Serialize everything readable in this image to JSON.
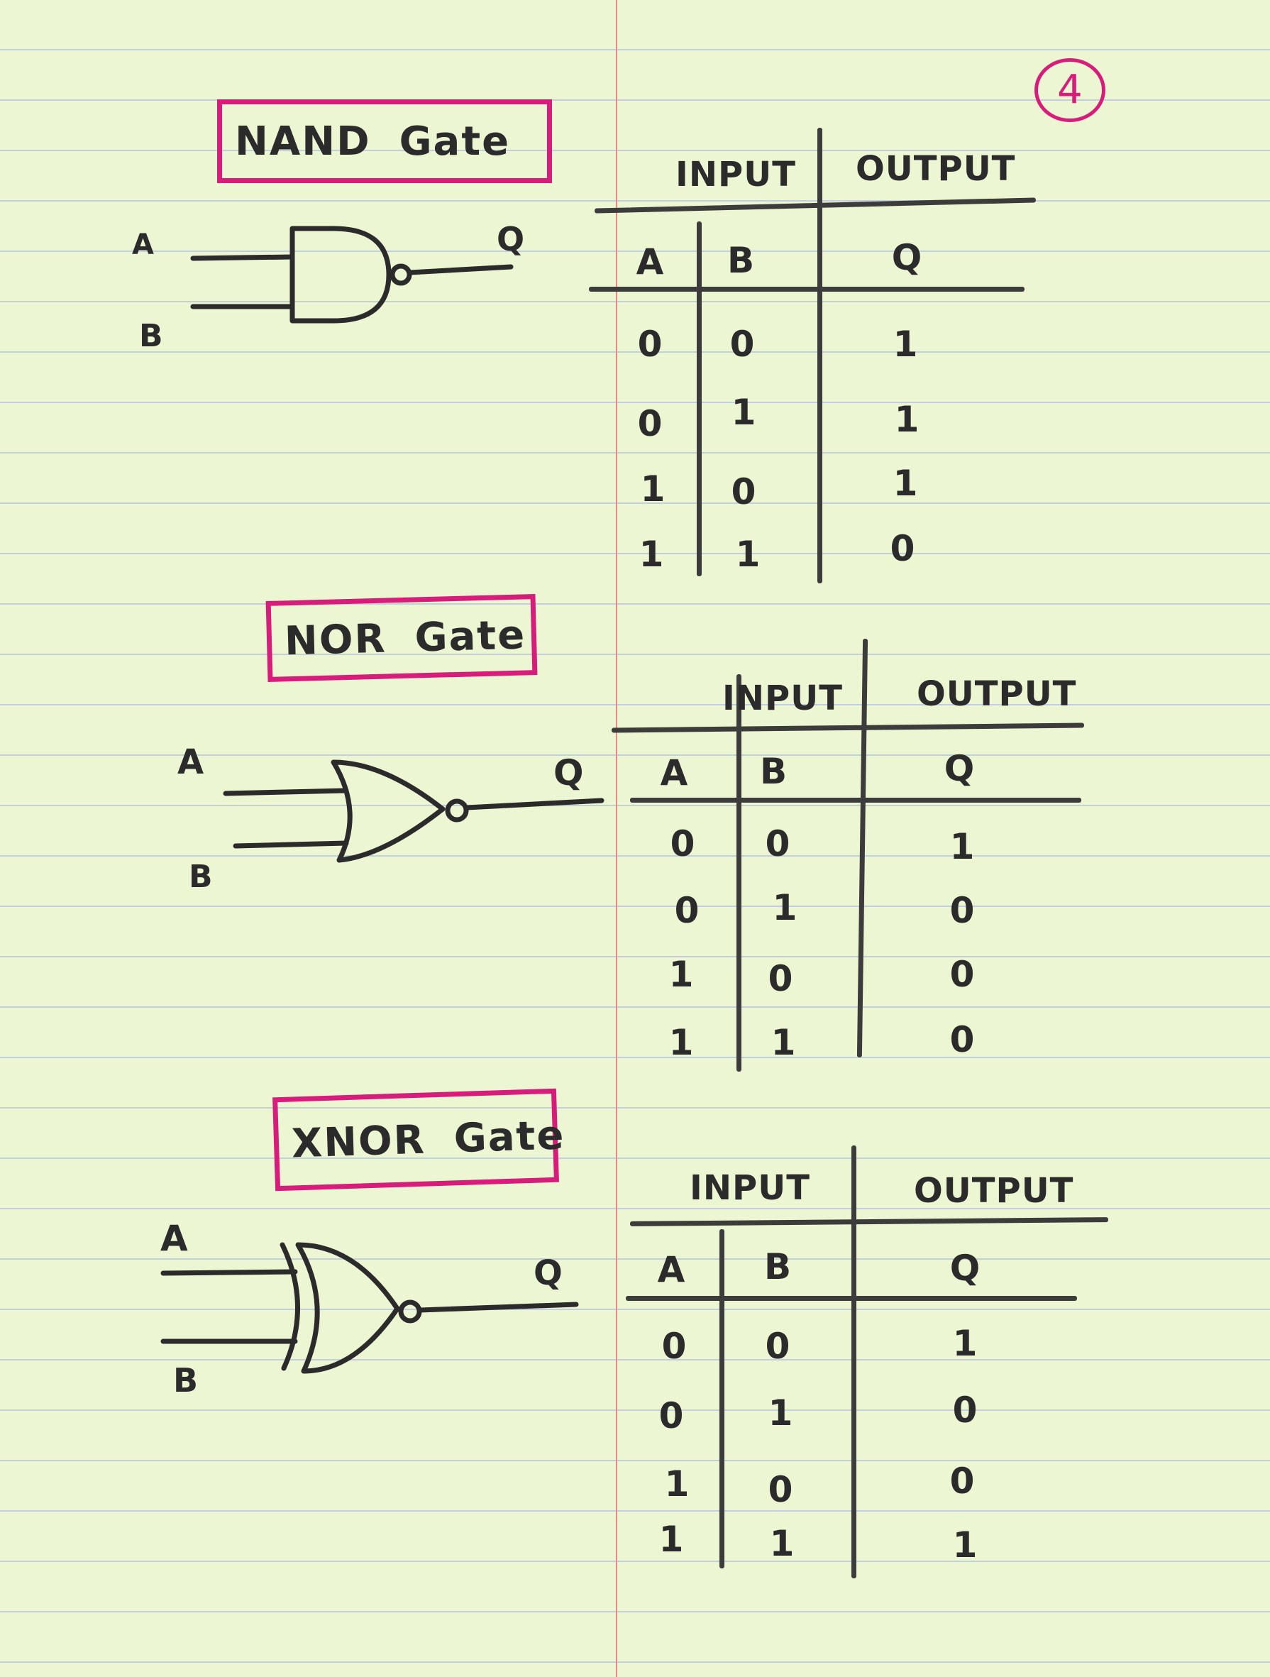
{
  "page_number": "4",
  "colors": {
    "paper": "#edf6d2",
    "ink": "#2b2b2b",
    "highlight": "#d81c7c",
    "margin": "#e38b84",
    "rule": "#c4cfdc"
  },
  "sections": [
    {
      "title_word": "NAND",
      "title_suffix": "Gate",
      "gate_type": "nand",
      "inputs": [
        "A",
        "B"
      ],
      "output": "Q",
      "table": {
        "input_header": "INPUT",
        "output_header": "OUTPUT",
        "col_a": "A",
        "col_b": "B",
        "col_q": "Q",
        "rows": [
          [
            "0",
            "0",
            "1"
          ],
          [
            "0",
            "1",
            "1"
          ],
          [
            "1",
            "0",
            "1"
          ],
          [
            "1",
            "1",
            "0"
          ]
        ]
      }
    },
    {
      "title_word": "NOR",
      "title_suffix": "Gate",
      "gate_type": "nor",
      "inputs": [
        "A",
        "B"
      ],
      "output": "Q",
      "table": {
        "input_header": "INPUT",
        "output_header": "OUTPUT",
        "col_a": "A",
        "col_b": "B",
        "col_q": "Q",
        "rows": [
          [
            "0",
            "0",
            "1"
          ],
          [
            "0",
            "1",
            "0"
          ],
          [
            "1",
            "0",
            "0"
          ],
          [
            "1",
            "1",
            "0"
          ]
        ]
      }
    },
    {
      "title_word": "XNOR",
      "title_suffix": "Gate",
      "gate_type": "xnor",
      "inputs": [
        "A",
        "B"
      ],
      "output": "Q",
      "table": {
        "input_header": "INPUT",
        "output_header": "OUTPUT",
        "col_a": "A",
        "col_b": "B",
        "col_q": "Q",
        "rows": [
          [
            "0",
            "0",
            "1"
          ],
          [
            "0",
            "1",
            "0"
          ],
          [
            "1",
            "0",
            "0"
          ],
          [
            "1",
            "1",
            "1"
          ]
        ]
      }
    }
  ]
}
